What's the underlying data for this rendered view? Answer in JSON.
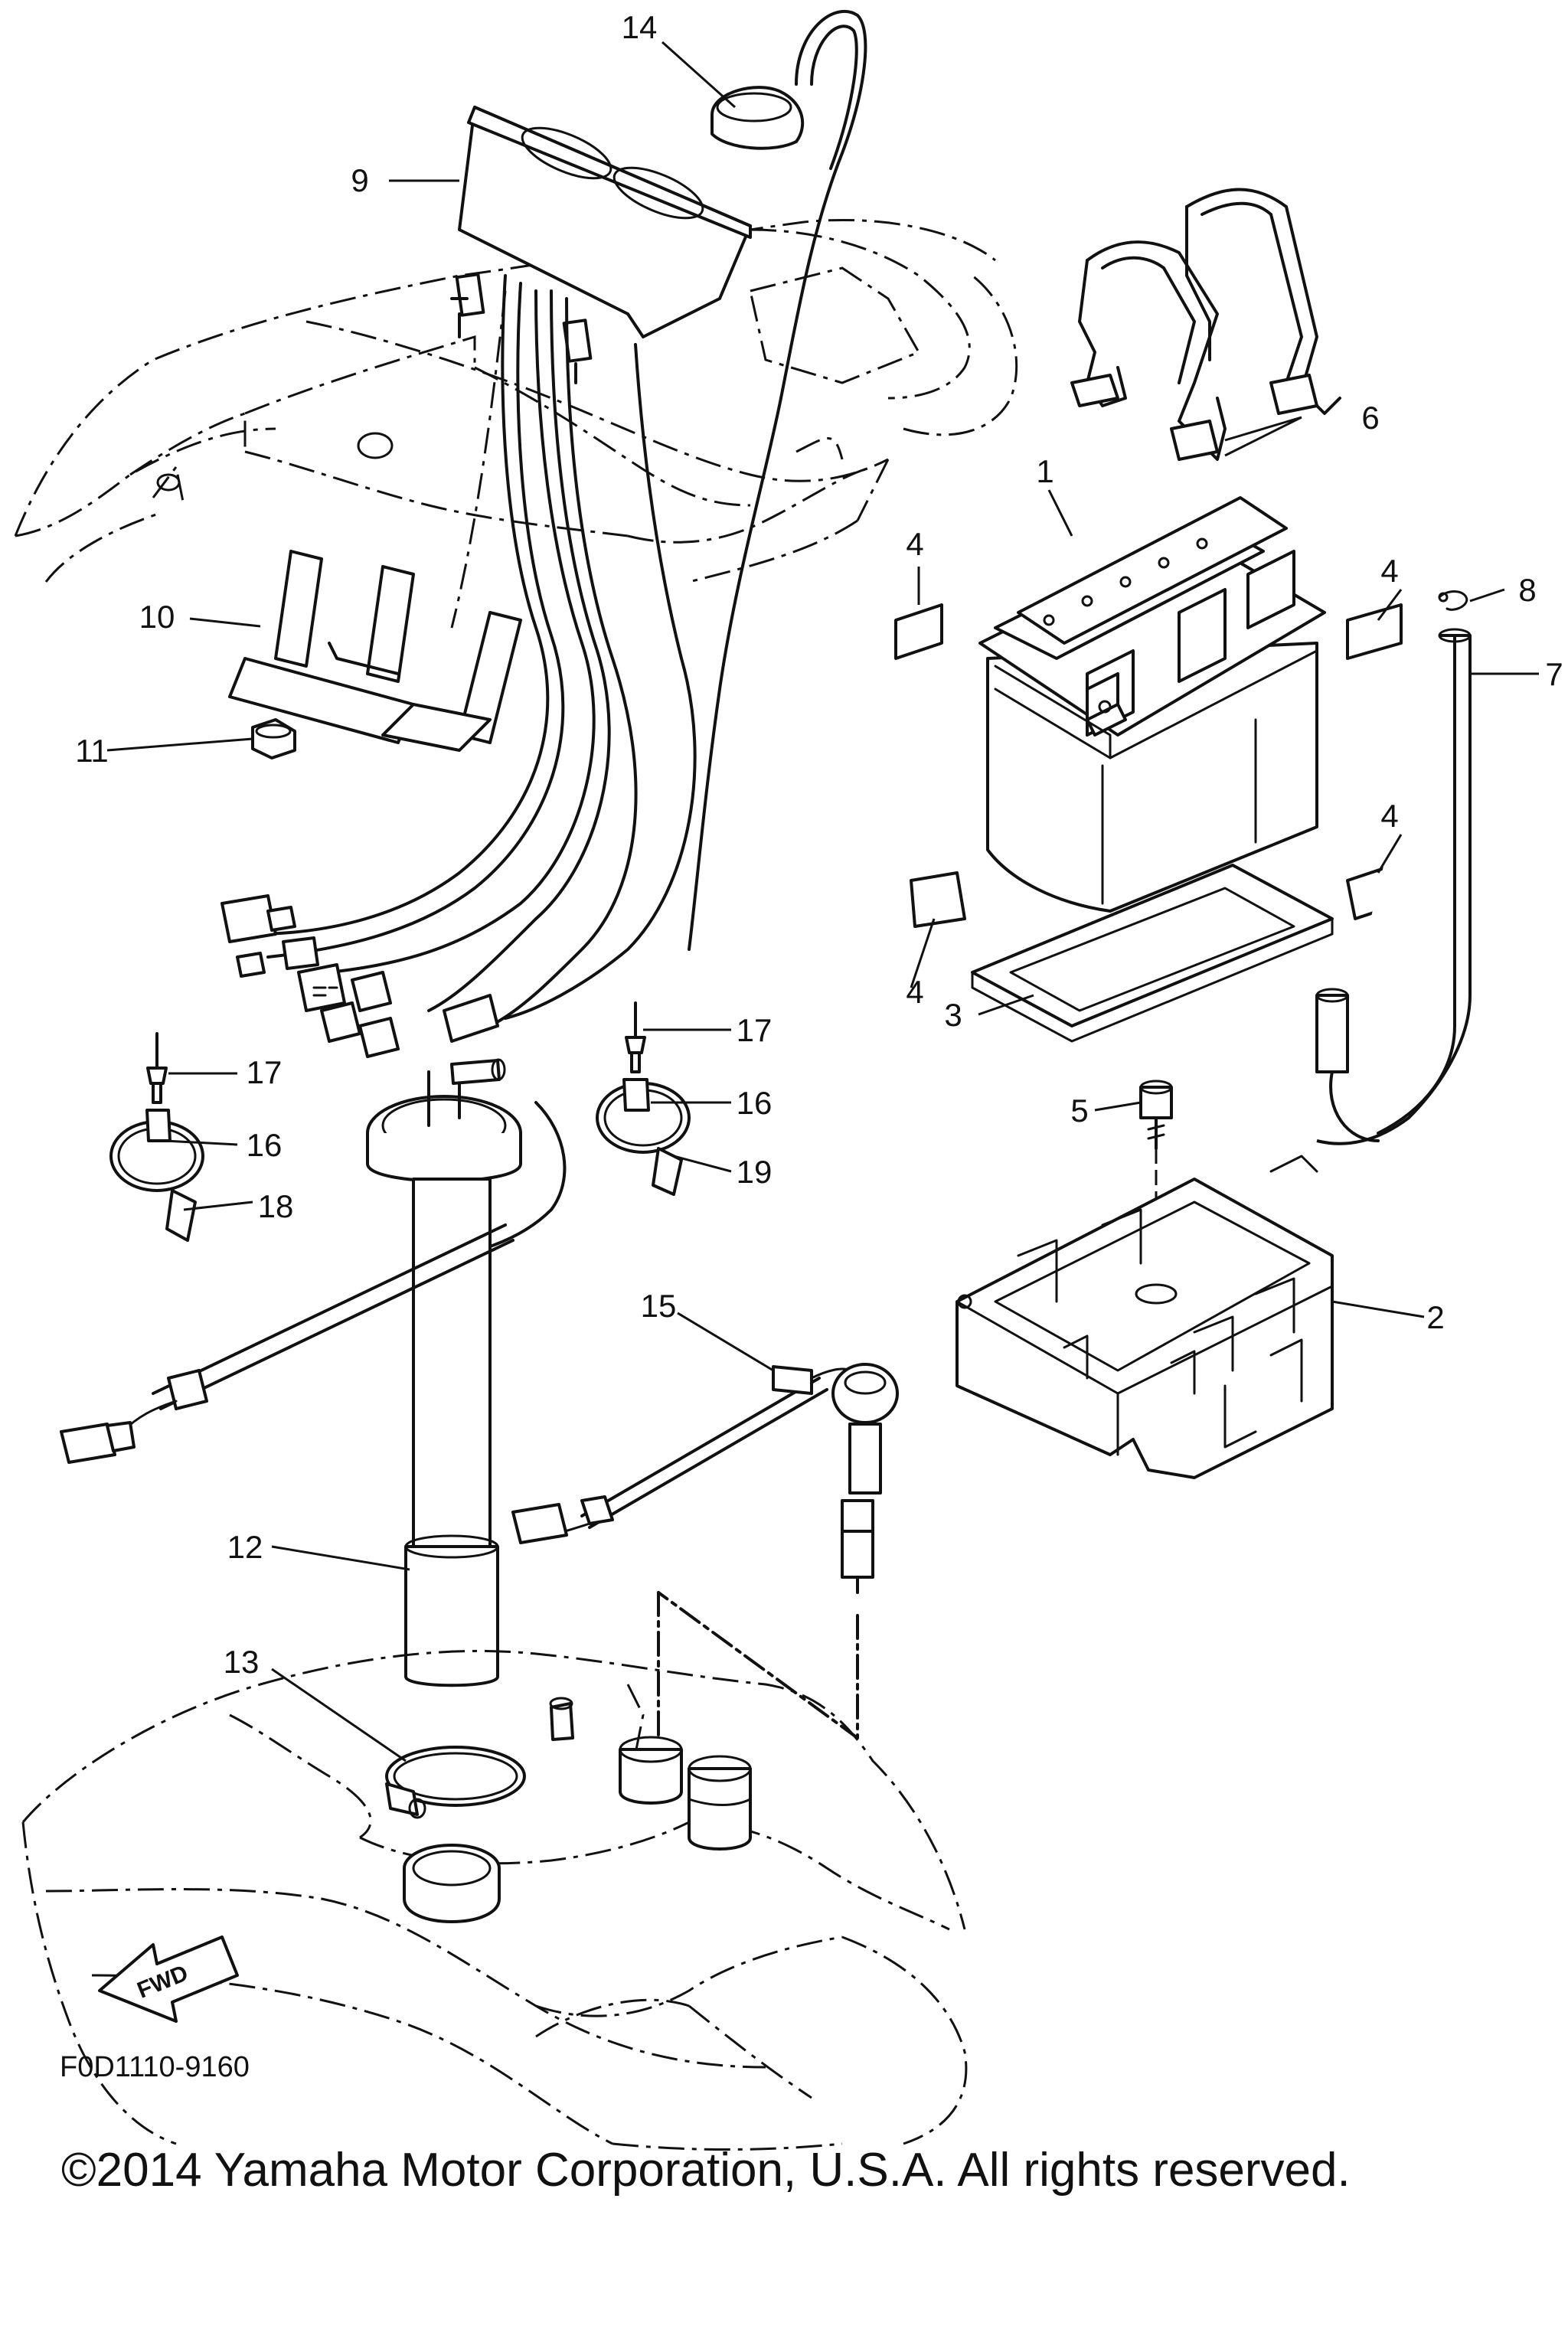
{
  "diagram": {
    "drawing_code": "F0D1110-9160",
    "copyright": "©2014 Yamaha Motor Corporation, U.S.A. All rights reserved.",
    "fwd_label": "FWD",
    "callouts": {
      "c1": "1",
      "c2": "2",
      "c3": "3",
      "c4a": "4",
      "c4b": "4",
      "c4c": "4",
      "c4d": "4",
      "c5": "5",
      "c6": "6",
      "c7": "7",
      "c8": "8",
      "c9": "9",
      "c10": "10",
      "c11": "11",
      "c12": "12",
      "c13": "13",
      "c14": "14",
      "c15": "15",
      "c16a": "16",
      "c16b": "16",
      "c17a": "17",
      "c17b": "17",
      "c18": "18",
      "c19": "19"
    }
  }
}
